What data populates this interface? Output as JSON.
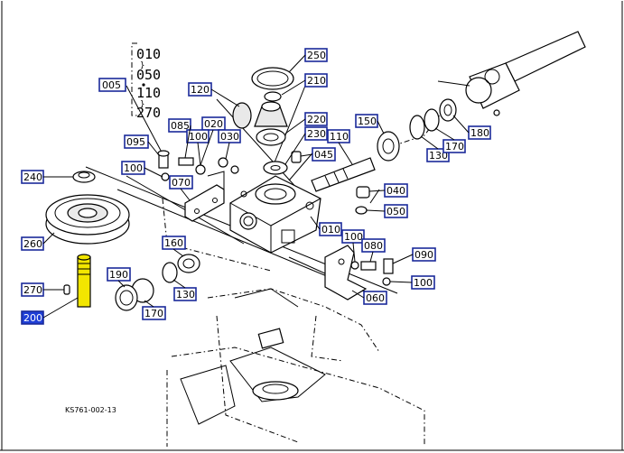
{
  "diagram_code": "KS761-002-13",
  "colors": {
    "label_border": "#1a2a9a",
    "highlight_fill": "#1f3fd6",
    "highlight_part": "#f2e600"
  },
  "labels": [
    {
      "id": "lbl-250",
      "text": "250"
    },
    {
      "id": "lbl-210",
      "text": "210"
    },
    {
      "id": "lbl-120",
      "text": "120"
    },
    {
      "id": "lbl-005",
      "text": "005"
    },
    {
      "id": "lbl-085",
      "text": "085"
    },
    {
      "id": "lbl-020",
      "text": "020"
    },
    {
      "id": "lbl-220",
      "text": "220"
    },
    {
      "id": "lbl-150",
      "text": "150"
    },
    {
      "id": "lbl-095",
      "text": "095"
    },
    {
      "id": "lbl-100a",
      "text": "100"
    },
    {
      "id": "lbl-030",
      "text": "030"
    },
    {
      "id": "lbl-230",
      "text": "230"
    },
    {
      "id": "lbl-110",
      "text": "110"
    },
    {
      "id": "lbl-130a",
      "text": "130"
    },
    {
      "id": "lbl-170a",
      "text": "170"
    },
    {
      "id": "lbl-180",
      "text": "180"
    },
    {
      "id": "lbl-100b",
      "text": "100"
    },
    {
      "id": "lbl-045",
      "text": "045"
    },
    {
      "id": "lbl-240",
      "text": "240"
    },
    {
      "id": "lbl-070",
      "text": "070"
    },
    {
      "id": "lbl-040",
      "text": "040"
    },
    {
      "id": "lbl-050",
      "text": "050"
    },
    {
      "id": "lbl-010",
      "text": "010"
    },
    {
      "id": "lbl-260",
      "text": "260"
    },
    {
      "id": "lbl-160",
      "text": "160"
    },
    {
      "id": "lbl-100c",
      "text": "100"
    },
    {
      "id": "lbl-080",
      "text": "080"
    },
    {
      "id": "lbl-090",
      "text": "090"
    },
    {
      "id": "lbl-190",
      "text": "190"
    },
    {
      "id": "lbl-270",
      "text": "270"
    },
    {
      "id": "lbl-130b",
      "text": "130"
    },
    {
      "id": "lbl-060",
      "text": "060"
    },
    {
      "id": "lbl-100d",
      "text": "100"
    },
    {
      "id": "lbl-170b",
      "text": "170"
    },
    {
      "id": "lbl-200",
      "text": "200"
    }
  ],
  "sequence": [
    "010",
    "050",
    "110",
    "270"
  ]
}
